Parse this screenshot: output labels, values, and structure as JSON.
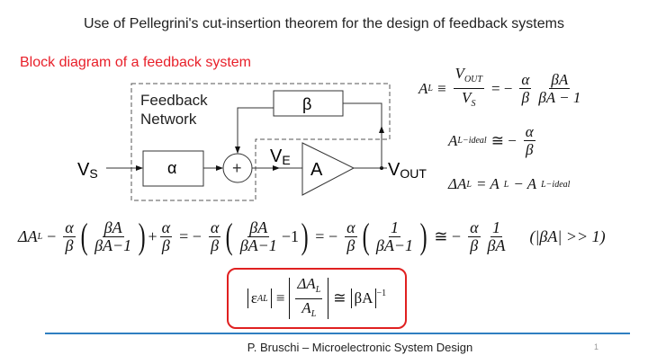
{
  "title": "Use of Pellegrini's cut-insertion theorem for the design of feedback systems",
  "subtitle": "Block diagram of a feedback system",
  "colors": {
    "subtitle": "#e8202a",
    "box": "#e02020",
    "rule": "#2f7fc1"
  },
  "diagram": {
    "network_line1": "Feedback",
    "network_line2": "Network",
    "beta": "β",
    "alpha": "α",
    "plus": "+",
    "amp": "A",
    "vs": "V",
    "vs_sub": "S",
    "ve": "V",
    "ve_sub": "E",
    "vout": "V",
    "vout_sub": "OUT"
  },
  "eq1": {
    "lhs": "A",
    "lhs_sub": "L",
    "rel": "≡",
    "num": "V",
    "num_sub": "OUT",
    "den": "V",
    "den_sub": "S",
    "eq": "= −",
    "a": "α",
    "b": "β",
    "n2": "βA",
    "d2": "βA − 1"
  },
  "eq2": {
    "lhs": "A",
    "lhs_sub": "L−ideal",
    "rel": "≅ −",
    "a": "α",
    "b": "β"
  },
  "eq3": {
    "text": "ΔA",
    "sub": "L",
    "rest": "= A",
    "sub2": "L",
    "minus": "− A",
    "sub3": "L−ideal"
  },
  "eq4": {
    "d": "ΔA",
    "d_sub": "L",
    "minus": "−",
    "a": "α",
    "b": "β",
    "ba": "βA",
    "bam1": "βA−1",
    "plus": "+",
    "eq": "= −",
    "m1": "−1",
    "eq2": "= −",
    "one": "1",
    "approx": "≅ −",
    "cond": "(|βA| >> 1)"
  },
  "boxed": {
    "eps": "ε",
    "eps_sub": "AL",
    "rel": "≡",
    "num": "ΔA",
    "num_sub": "L",
    "den": "A",
    "den_sub": "L",
    "approx": "≅",
    "ba": "βA",
    "exp": "−1"
  },
  "footer": "P. Bruschi – Microelectronic System Design",
  "page_number": "1"
}
